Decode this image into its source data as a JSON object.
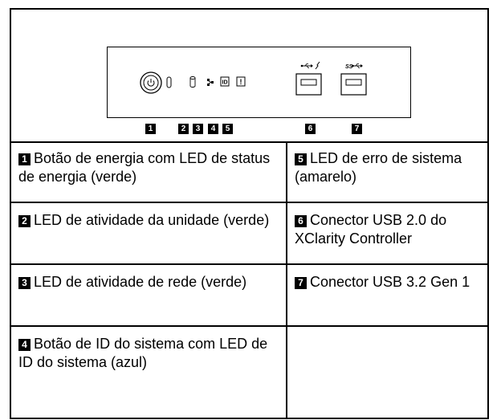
{
  "callouts": [
    "1",
    "2",
    "3",
    "4",
    "5",
    "6",
    "7"
  ],
  "panel_icons": {
    "power": "power-button-icon",
    "drive": "drive-activity-icon",
    "network": "network-activity-icon",
    "id": "ID",
    "error": "!",
    "usb2": "usb-xclarity-icon",
    "usb3": "usb3-ss-icon"
  },
  "items": [
    {
      "num": "1",
      "text": "Botão de energia com LED de status de energia (verde)"
    },
    {
      "num": "5",
      "text": "LED de erro de sistema (amarelo)"
    },
    {
      "num": "2",
      "text": "LED de atividade da unidade (verde)"
    },
    {
      "num": "6",
      "text": "Conector USB 2.0 do XClarity Controller"
    },
    {
      "num": "3",
      "text": "LED de atividade de rede (verde)"
    },
    {
      "num": "7",
      "text": "Conector USB 3.2 Gen 1"
    },
    {
      "num": "4",
      "text": "Botão de ID do sistema com LED de ID do sistema (azul)"
    },
    {
      "num": "",
      "text": ""
    }
  ]
}
